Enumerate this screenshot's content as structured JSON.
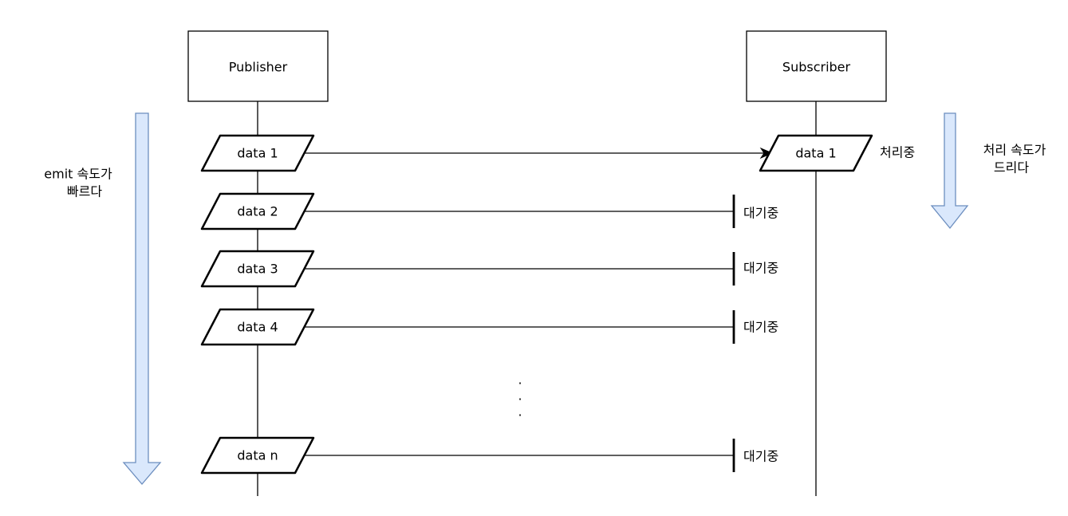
{
  "publisher": {
    "label": "Publisher"
  },
  "subscriber": {
    "label": "Subscriber"
  },
  "left_note": {
    "line1": "emit 속도가",
    "line2": "빠르다"
  },
  "right_note": {
    "line1": "처리 속도가",
    "line2": "드리다"
  },
  "messages": [
    {
      "label": "data 1",
      "state": "처리중",
      "delivered_label": "data 1"
    },
    {
      "label": "data 2",
      "state": "대기중"
    },
    {
      "label": "data 3",
      "state": "대기중"
    },
    {
      "label": "data 4",
      "state": "대기중"
    },
    {
      "label": "data n",
      "state": "대기중"
    }
  ],
  "ellipsis": ".",
  "colors": {
    "arrow_fill": "#dae8fc",
    "arrow_stroke": "#6c8ebf",
    "line": "#000000"
  }
}
